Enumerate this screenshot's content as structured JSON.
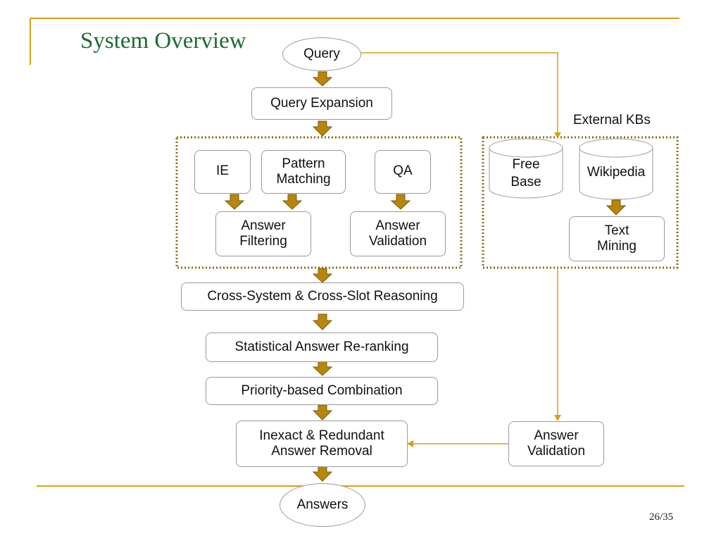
{
  "slide": {
    "title": "System Overview",
    "page_number": "26/35"
  },
  "nodes": {
    "query": "Query",
    "query_expansion": "Query Expansion",
    "ie": "IE",
    "pattern_matching": "Pattern\nMatching",
    "qa": "QA",
    "answer_filtering": "Answer\nFiltering",
    "answer_validation_inner": "Answer\nValidation",
    "external_kbs_label": "External KBs",
    "free_base": "Free\nBase",
    "wikipedia": "Wikipedia",
    "text_mining": "Text\nMining",
    "cross_system": "Cross-System & Cross-Slot Reasoning",
    "statistical": "Statistical Answer Re-ranking",
    "priority": "Priority-based Combination",
    "inexact": "Inexact & Redundant\nAnswer Removal",
    "answer_validation_right": "Answer\nValidation",
    "answers": "Answers"
  },
  "colors": {
    "accent": "#d4a017",
    "title": "#1c6b32",
    "arrow_fill": "#b8860b",
    "connector": "#d4a017",
    "dotted_border": "#8b6914"
  }
}
